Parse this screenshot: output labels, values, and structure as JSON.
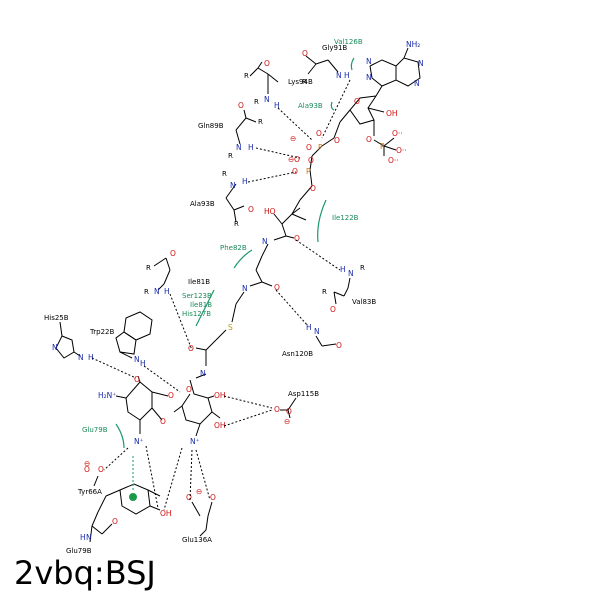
{
  "title": "2vbq:BSJ",
  "residues": [
    {
      "id": "val126b",
      "text": "Val126B",
      "kind": "hydrophobic"
    },
    {
      "id": "gly91b",
      "text": "Gly91B",
      "kind": "hbond"
    },
    {
      "id": "lys94b",
      "text": "Lys94B",
      "kind": "hbond"
    },
    {
      "id": "ala93b-top",
      "text": "Ala93B",
      "kind": "hydrophobic"
    },
    {
      "id": "gln89b",
      "text": "Gln89B",
      "kind": "hbond"
    },
    {
      "id": "ala93b",
      "text": "Ala93B",
      "kind": "hbond"
    },
    {
      "id": "ile122b",
      "text": "Ile122B",
      "kind": "hydrophobic"
    },
    {
      "id": "phe82b",
      "text": "Phe82B",
      "kind": "hydrophobic"
    },
    {
      "id": "ile81b",
      "text": "Ile81B",
      "kind": "hbond"
    },
    {
      "id": "ser123b",
      "text": "Ser123B",
      "kind": "hydrophobic"
    },
    {
      "id": "ile81b-2",
      "text": "Ile81B",
      "kind": "hydrophobic"
    },
    {
      "id": "his127b",
      "text": "His127B",
      "kind": "hydrophobic"
    },
    {
      "id": "val83b",
      "text": "Val83B",
      "kind": "hbond"
    },
    {
      "id": "his25b",
      "text": "His25B",
      "kind": "hbond"
    },
    {
      "id": "trp22b",
      "text": "Trp22B",
      "kind": "hbond"
    },
    {
      "id": "asn120b",
      "text": "Asn120B",
      "kind": "hbond"
    },
    {
      "id": "asp115b",
      "text": "Asp115B",
      "kind": "hbond"
    },
    {
      "id": "glu79b-top",
      "text": "Glu79B",
      "kind": "hydrophobic"
    },
    {
      "id": "tyr66a",
      "text": "Tyr66A",
      "kind": "pi"
    },
    {
      "id": "glu79b",
      "text": "Glu79B",
      "kind": "hbond"
    },
    {
      "id": "glu136a",
      "text": "Glu136A",
      "kind": "hbond"
    }
  ],
  "atoms": {
    "N": "N",
    "O": "O",
    "H": "H",
    "S": "S",
    "P": "P",
    "R": "R",
    "NH2": "NH₂",
    "OH": "OH",
    "HO": "HO",
    "NHplus": "N⁺",
    "H2Nplus": "H₂N⁺",
    "Ominus": "⊖",
    "Oexp": "O··"
  },
  "colors": {
    "carbon": "#000000",
    "nitrogen": "#1a2aa8",
    "oxygen": "#cc1010",
    "sulfur": "#b8a000",
    "phosphorus": "#d07000",
    "hydrophobic": "#1a9a6a",
    "pi_center": "#1a9a4a"
  }
}
